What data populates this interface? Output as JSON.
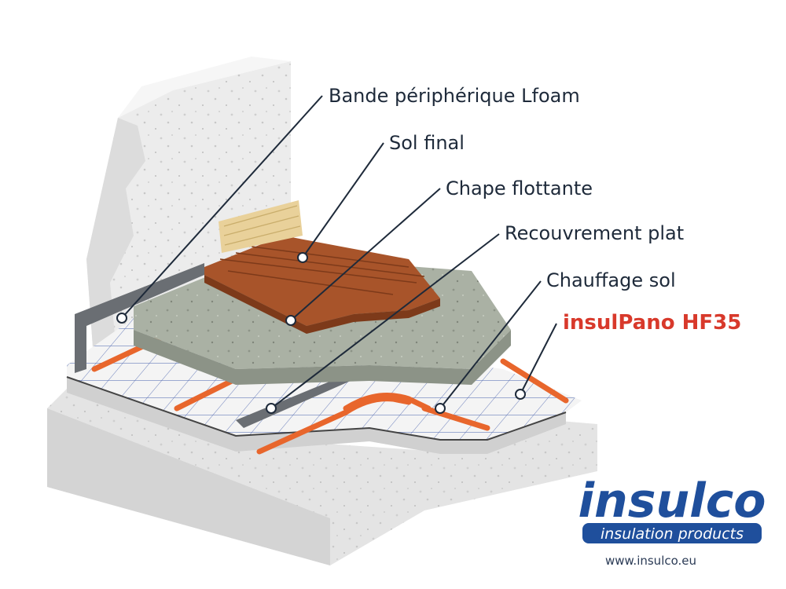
{
  "callouts": {
    "bande": "Bande périphérique Lfoam",
    "sol_final": "Sol final",
    "chape": "Chape flottante",
    "recouvrement": "Recouvrement plat",
    "chauffage": "Chauffage sol",
    "product": "insulPano HF35"
  },
  "brand": {
    "logo_text": "insulco",
    "tagline": "insulation products",
    "url": "www.insulco.eu"
  },
  "colors": {
    "brand_blue": "#1f4f9c",
    "product_red": "#d8392b",
    "callout_line": "#1e2a3a",
    "heating_pipe": "#e8662c",
    "wood_floor": "#a8542a",
    "screed": "#aab1a4"
  }
}
